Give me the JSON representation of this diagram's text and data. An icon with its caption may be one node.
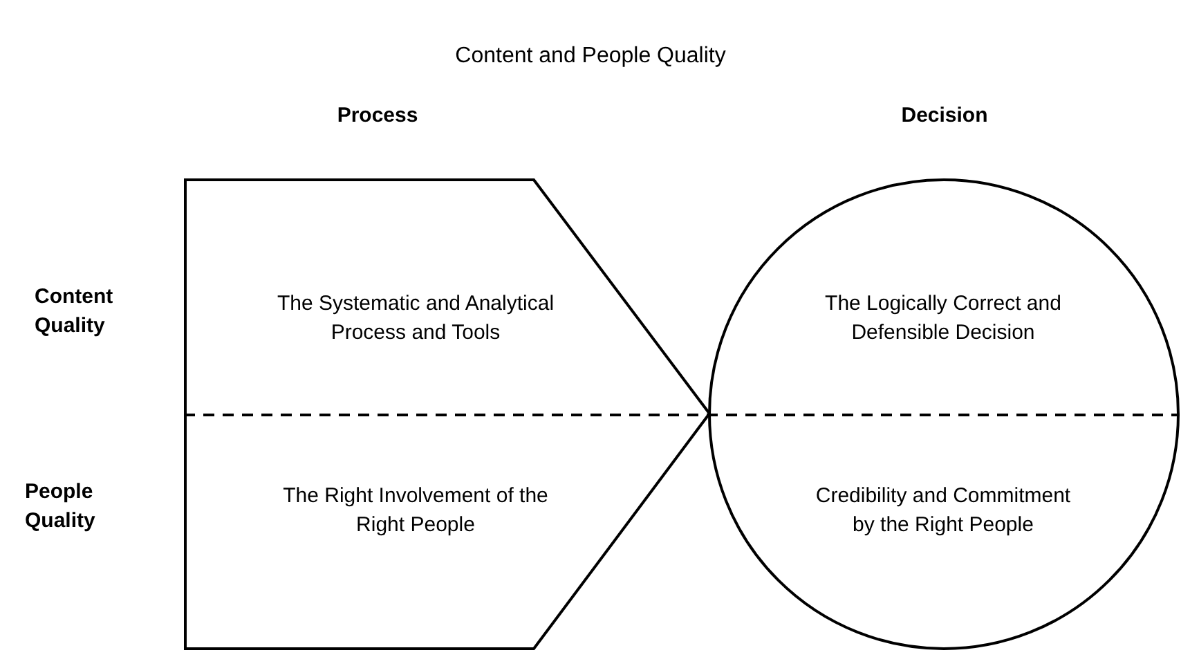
{
  "diagram": {
    "title": "Content and People Quality",
    "nodes": [
      {
        "text": [
          "The Systematic and Analytical Process and Tools",
          "The Right Involvement of the Right People"
        ]
      },
      {
        "text": [
          "The Logically Correct and Defensible Decision",
          "Credibility and Commitment by the Right People"
        ]
      }
    ],
    "labels": [
      "Process",
      "Decision",
      "Content Quality",
      "People Quality"
    ]
  }
}
